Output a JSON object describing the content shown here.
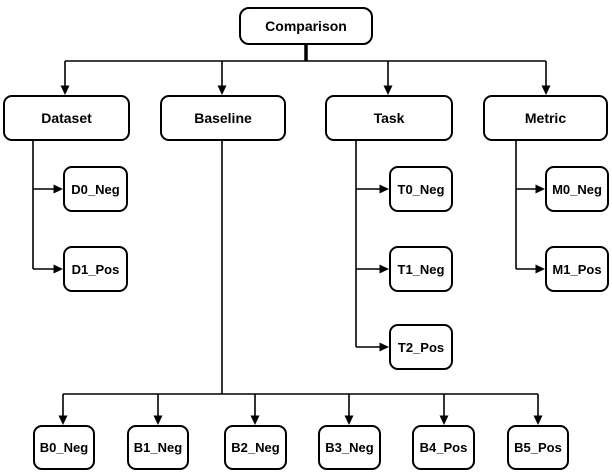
{
  "diagram_type": "tree-flowchart",
  "colors": {
    "background": "#ffffff",
    "node_fill": "#ffffff",
    "node_border": "#000000",
    "connector": "#000000",
    "text": "#000000"
  },
  "labels": {
    "comparison": "Comparison",
    "dataset": "Dataset",
    "baseline": "Baseline",
    "task": "Task",
    "metric": "Metric",
    "d0": "D0_Neg",
    "d1": "D1_Pos",
    "t0": "T0_Neg",
    "t1": "T1_Neg",
    "t2": "T2_Pos",
    "m0": "M0_Neg",
    "m1": "M1_Pos",
    "b0": "B0_Neg",
    "b1": "B1_Neg",
    "b2": "B2_Neg",
    "b3": "B3_Neg",
    "b4": "B4_Pos",
    "b5": "B5_Pos"
  },
  "tree": {
    "root": "Comparison",
    "branches": [
      {
        "label": "Dataset",
        "children": [
          "D0_Neg",
          "D1_Pos"
        ]
      },
      {
        "label": "Baseline",
        "children": [
          "B0_Neg",
          "B1_Neg",
          "B2_Neg",
          "B3_Neg",
          "B4_Pos",
          "B5_Pos"
        ]
      },
      {
        "label": "Task",
        "children": [
          "T0_Neg",
          "T1_Neg",
          "T2_Pos"
        ]
      },
      {
        "label": "Metric",
        "children": [
          "M0_Neg",
          "M1_Pos"
        ]
      }
    ]
  }
}
